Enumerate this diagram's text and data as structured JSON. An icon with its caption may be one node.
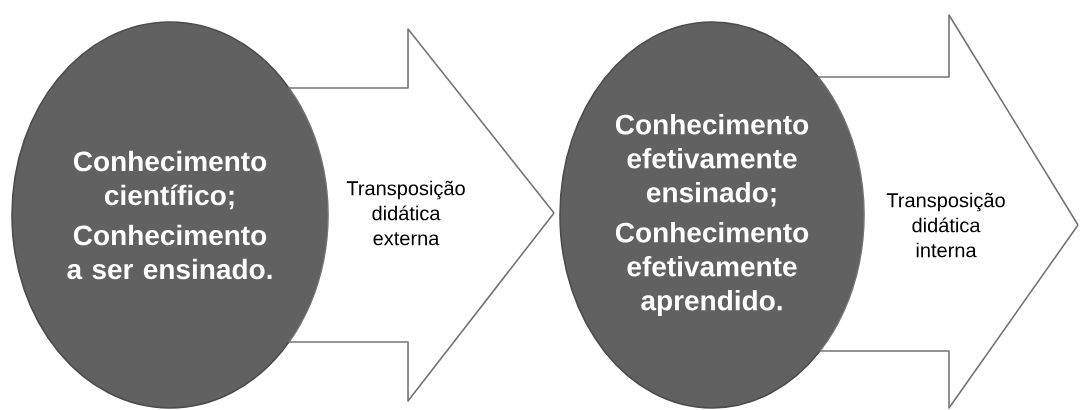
{
  "diagram": {
    "nodes": [
      {
        "text": [
          "Conhecimento científico;",
          "Conhecimento a ser ensinado."
        ]
      },
      {
        "text": [
          "Conhecimento efetivamente ensinado;",
          "Conhecimento efetivamente aprendido."
        ]
      }
    ],
    "edges": [
      {
        "from": 0,
        "to": 1,
        "arrow": "to",
        "label": "Transposição didática externa"
      },
      {
        "from": 1,
        "to": null,
        "arrow": "to",
        "label": "Transposição didática interna"
      }
    ]
  }
}
